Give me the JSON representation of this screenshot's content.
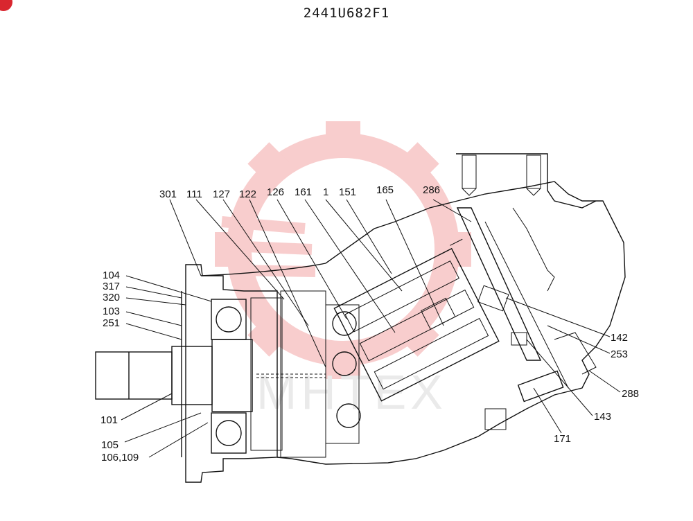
{
  "title": "2441U682F1",
  "colors": {
    "watermark": "#f3a5a5",
    "badge": "#d9262f",
    "ink": "#111111"
  },
  "watermark_icon": "gear-watermark",
  "watermark_text": "MHTEX",
  "callouts": {
    "p301": "301",
    "p111": "111",
    "p127": "127",
    "p122": "122",
    "p126": "126",
    "p161": "161",
    "p1": "1",
    "p151": "151",
    "p165": "165",
    "p286": "286",
    "p104": "104",
    "p317": "317",
    "p320": "320",
    "p103": "103",
    "p251": "251",
    "p101": "101",
    "p105": "105",
    "p106_109": "106,109",
    "p142": "142",
    "p253": "253",
    "p288": "288",
    "p143": "143",
    "p171": "171"
  }
}
